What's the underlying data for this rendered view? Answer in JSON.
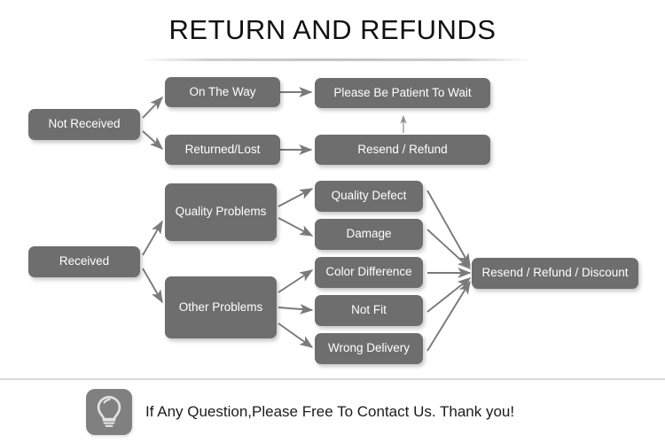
{
  "page": {
    "title": "RETURN AND REFUNDS",
    "background_color": "#ffffff",
    "node_color": "#6e6e6e",
    "node_text_color": "#ffffff",
    "arrow_color": "#7a7a7a",
    "divider_color": "#d8dada"
  },
  "flow": {
    "nodes": {
      "not_received": "Not Received",
      "on_the_way": "On The Way",
      "returned_lost": "Returned/Lost",
      "please_be_patient": "Please Be Patient To Wait",
      "resend_refund": "Resend / Refund",
      "received": "Received",
      "quality_problems": "Quality Problems",
      "other_problems": "Other Problems",
      "quality_defect": "Quality Defect",
      "damage": "Damage",
      "color_difference": "Color Difference",
      "not_fit": "Not Fit",
      "wrong_delivery": "Wrong Delivery",
      "resend_refund_discount": "Resend / Refund / Discount"
    }
  },
  "footer": {
    "icon": "lightbulb-icon",
    "text": "If Any Question,Please Free To Contact Us. Thank you!"
  }
}
